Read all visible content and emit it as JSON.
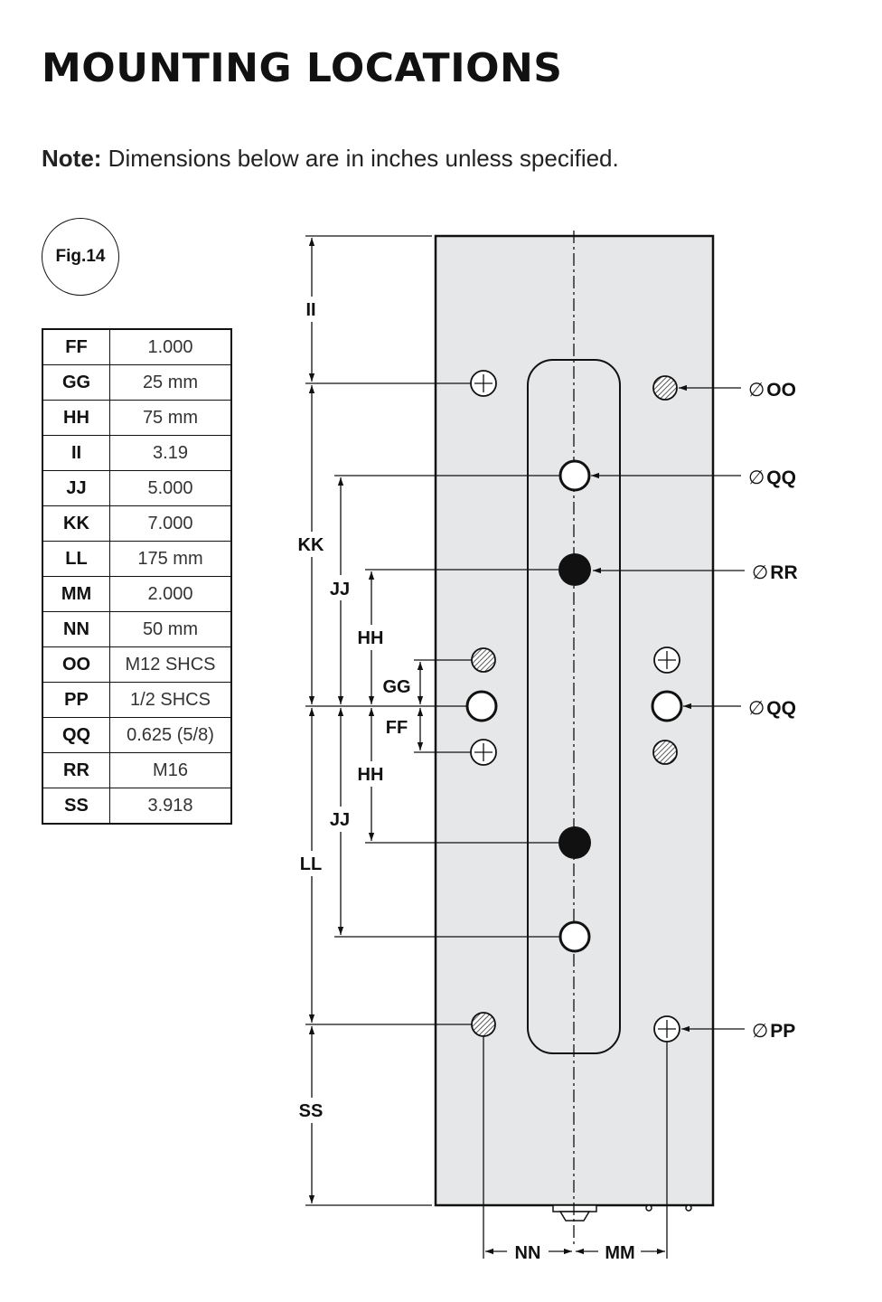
{
  "title": "MOUNTING LOCATIONS",
  "note": {
    "prefix": "Note:",
    "text": "Dimensions below are in inches unless specified."
  },
  "figure_label": "Fig.14",
  "dimensions_table": [
    {
      "key": "FF",
      "value": "1.000"
    },
    {
      "key": "GG",
      "value": "25 mm"
    },
    {
      "key": "HH",
      "value": "75 mm"
    },
    {
      "key": "II",
      "value": "3.19"
    },
    {
      "key": "JJ",
      "value": "5.000"
    },
    {
      "key": "KK",
      "value": "7.000"
    },
    {
      "key": "LL",
      "value": "175 mm"
    },
    {
      "key": "MM",
      "value": "2.000"
    },
    {
      "key": "NN",
      "value": "50 mm"
    },
    {
      "key": "OO",
      "value": "M12 SHCS"
    },
    {
      "key": "PP",
      "value": "1/2 SHCS"
    },
    {
      "key": "QQ",
      "value": "0.625 (5/8)"
    },
    {
      "key": "RR",
      "value": "M16"
    },
    {
      "key": "SS",
      "value": "3.918"
    }
  ],
  "drawing": {
    "dimension_labels": {
      "II": "II",
      "KK": "KK",
      "LL": "LL",
      "SS": "SS",
      "JJ_upper": "JJ",
      "JJ_lower": "JJ",
      "HH_upper": "HH",
      "HH_lower": "HH",
      "GG": "GG",
      "FF": "FF",
      "NN": "NN",
      "MM": "MM"
    },
    "diameter_symbol": "∅",
    "callouts": {
      "OO": "OO",
      "QQ_upper": "QQ",
      "RR": "RR",
      "QQ_lower": "QQ",
      "PP": "PP"
    },
    "colors": {
      "plate_fill": "#e6e7e8",
      "line": "#111111",
      "hatch": "#333333"
    }
  }
}
